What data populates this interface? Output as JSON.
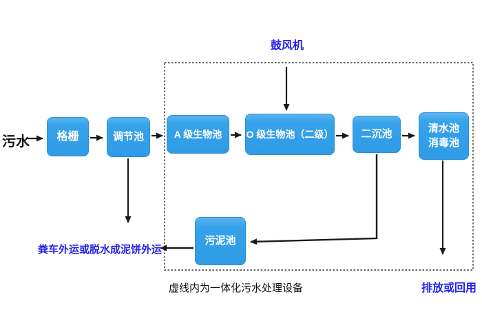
{
  "diagram": {
    "nodes": {
      "grid": "格栅",
      "regulating_tank": "调节池",
      "a_bio_tank": "A 级生物池",
      "o_bio_tank": "O 级生物池（二级）",
      "secondary_sedimentation_tank": "二沉池",
      "clear_water_tank": {
        "line1": "清水池",
        "line2": "消毒池"
      },
      "sludge_tank": "污泥池"
    },
    "labels": {
      "influent": "污水",
      "blower": "鼓风机",
      "sludge_disposal": "粪车外运或脱水成泥饼外运",
      "boundary_note": "虚线内为一体化污水处理设备",
      "discharge_reuse": "排放或回用"
    },
    "colors": {
      "node_fill": "#2f9ce6",
      "node_border": "#2e8fd4",
      "node_text": "#ffffff",
      "accent_blue_text": "#2222ee",
      "line": "#1a1a1a",
      "background": "#ffffff"
    }
  }
}
